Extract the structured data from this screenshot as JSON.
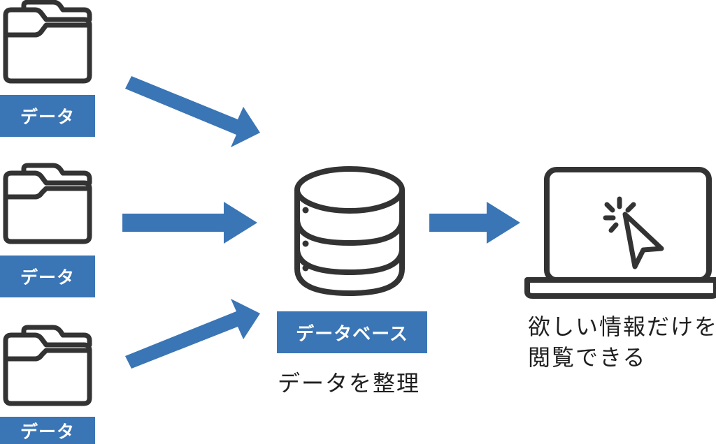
{
  "sources": [
    {
      "label": "データ"
    },
    {
      "label": "データ"
    },
    {
      "label": "データ"
    }
  ],
  "database": {
    "label": "データベース",
    "caption": "データを整理"
  },
  "output": {
    "caption_line1": "欲しい情報だけを",
    "caption_line2": "閲覧できる"
  },
  "colors": {
    "accent": "#3a75b5",
    "line": "#333333",
    "text": "#1f1f1f"
  },
  "icons": {
    "source": "folder-icon",
    "database": "database-icon",
    "output": "laptop-icon",
    "pointer": "cursor-click-icon"
  }
}
